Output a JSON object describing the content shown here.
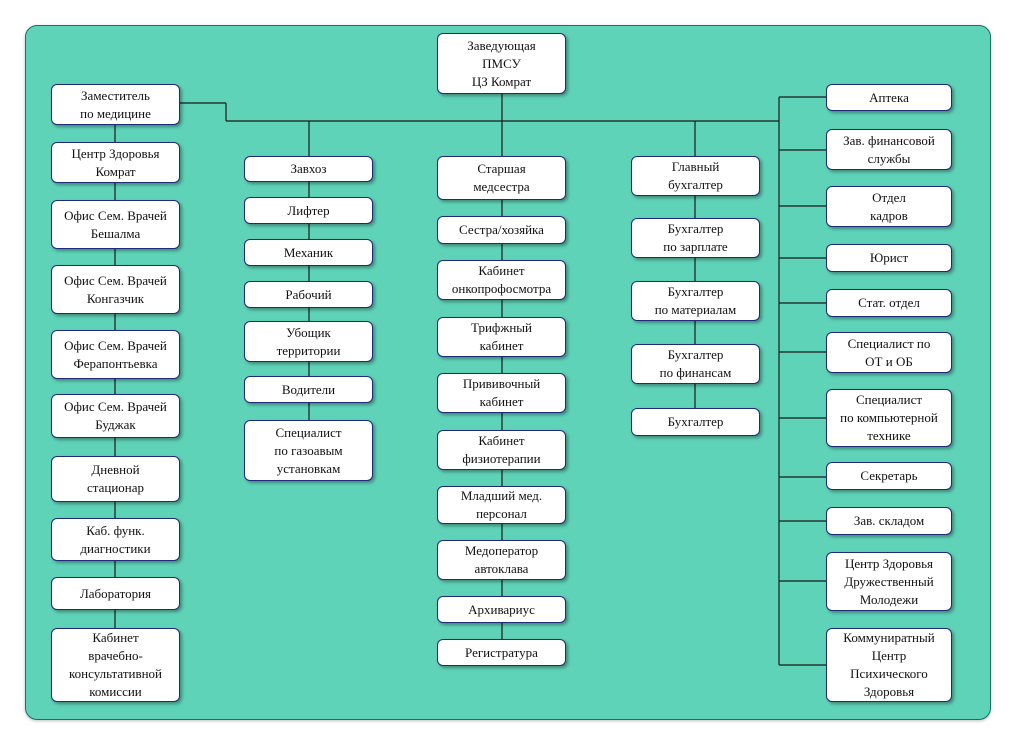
{
  "colors": {
    "panel": "#5fd3b8",
    "box_border": "#1f2a7a",
    "connector": "#1a1a1a"
  },
  "root": "Заведующая\nПМСУ\nЦЗ Комрат",
  "deputy_column": {
    "head": "Заместитель\nпо медицине",
    "items": [
      "Центр Здоровья\nКомрат",
      "Офис Сем. Врачей\nБешалма",
      "Офис Сем. Врачей\nКонгазчик",
      "Офис Сем. Врачей\nФерапонтьевка",
      "Офис Сем. Врачей\nБуджак",
      "Дневной\nстационар",
      "Каб. функ.\nдиагностики",
      "Лаборатория",
      "Кабинет\nврачебно-\nконсультативной\nкомиссии"
    ]
  },
  "supply_column": {
    "head": "Завхоз",
    "items": [
      "Лифтер",
      "Механик",
      "Рабочий",
      "Убощик\nтерритории",
      "Водители",
      "Специалист\nпо газоавым\nустановкам"
    ]
  },
  "nurse_column": {
    "head": "Старшая\nмедсестра",
    "items": [
      "Сестра/хозяйка",
      "Кабинет\nонкопрофосмотра",
      "Трифжный\nкабинет",
      "Прививочный\nкабинет",
      "Кабинет\nфизиотерапии",
      "Младший мед.\nперсонал",
      "Медоператор\nавтоклава",
      "Архивариус",
      "Регистратура"
    ]
  },
  "accounting_column": {
    "head": "Главный\nбухгалтер",
    "items": [
      "Бухгалтер\nпо зарплате",
      "Бухгалтер\nпо материалам",
      "Бухгалтер\nпо финансам",
      "Бухгалтер"
    ]
  },
  "staff_column": {
    "items": [
      "Аптека",
      "Зав. финансовой\nслужбы",
      "Отдел\nкадров",
      "Юрист",
      "Стат. отдел",
      "Специалист по\nОТ и ОБ",
      "Специалист\nпо компьютерной\nтехнике",
      "Секретарь",
      "Зав. складом",
      "Центр Здоровья\nДружественный\nМолодежи",
      "Коммуниратный\nЦентр\nПсихического\nЗдоровья"
    ]
  }
}
